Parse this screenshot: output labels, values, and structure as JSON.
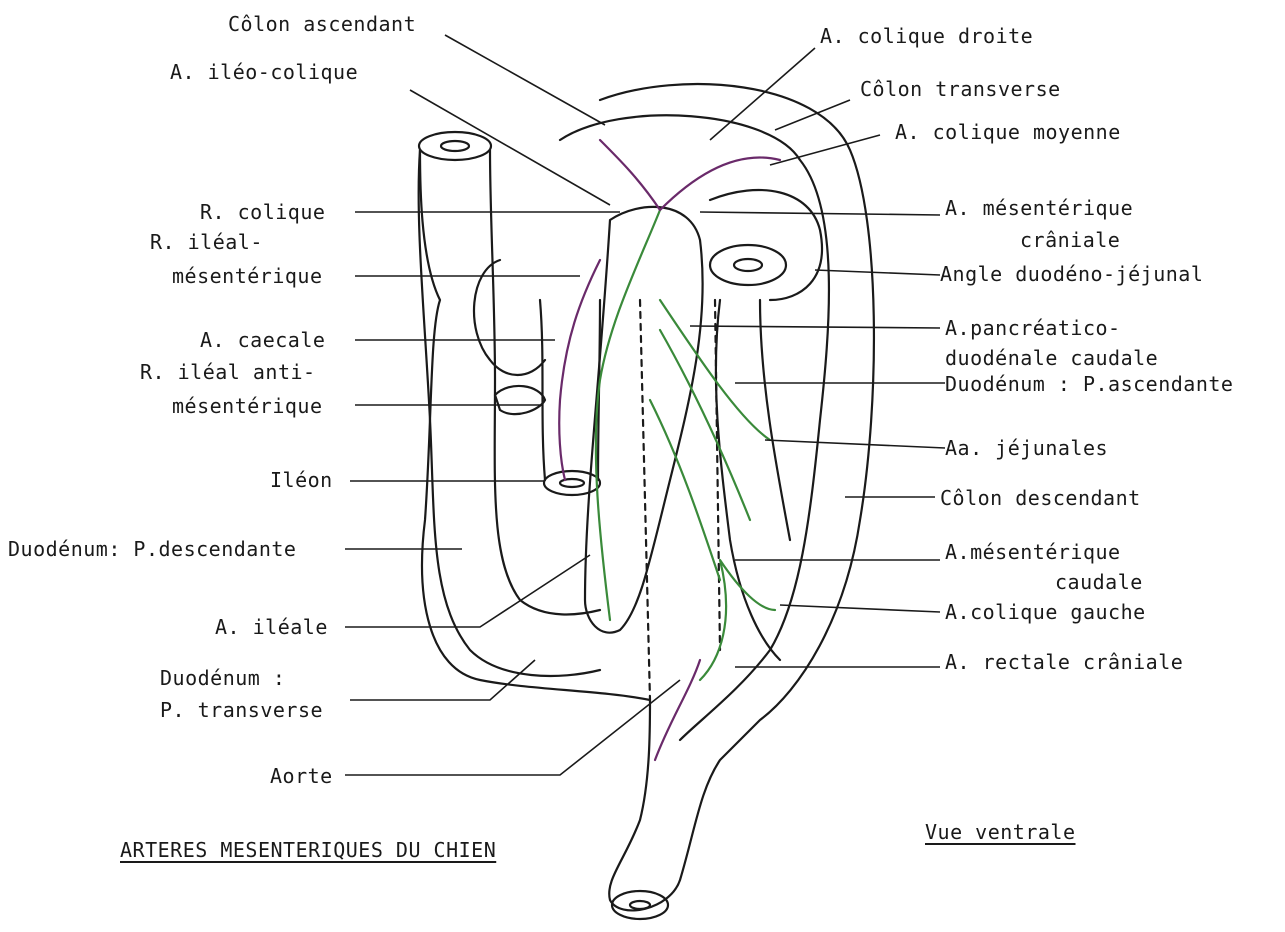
{
  "title": "ARTERES MESENTERIQUES DU CHIEN",
  "view": "Vue ventrale",
  "colors": {
    "outline": "#1a1a1a",
    "artery_green": "#3a8a3a",
    "artery_purple": "#6a2a6a",
    "leader": "#1a1a1a"
  },
  "labels_left": [
    "Côlon ascendant",
    "A.  iléo-colique",
    "R. colique",
    "R. iléal-",
    "mésentérique",
    "A. caecale",
    "R. iléal anti-",
    "mésentérique",
    "Iléon",
    "Duodénum: P.descendante",
    "A. iléale",
    "Duodénum :",
    "P. transverse",
    "Aorte"
  ],
  "labels_right": [
    "A. colique droite",
    "Côlon transverse",
    "A. colique moyenne",
    "A. mésentérique",
    "crâniale",
    "Angle duodéno-jéjunal",
    "A.pancréatico-",
    "duodénale caudale",
    "Duodénum : P.ascendante",
    "Aa. jéjunales",
    "Côlon descendant",
    "A.mésentérique",
    "caudale",
    "A.colique gauche",
    "A. rectale  crâniale"
  ]
}
